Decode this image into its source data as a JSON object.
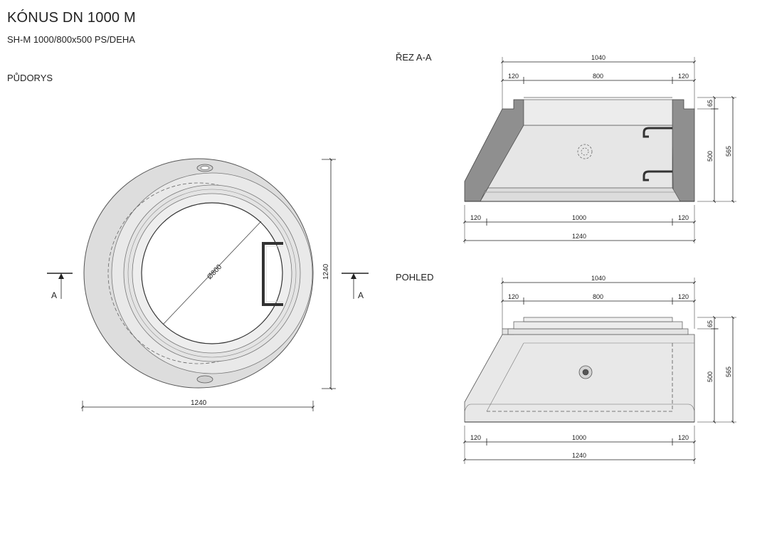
{
  "header": {
    "title": "KÓNUS DN 1000 M",
    "subtitle": "SH-M 1000/800x500 PS/DEHA"
  },
  "views": {
    "plan_label": "PŮDORYS",
    "section_label": "ŘEZ A-A",
    "elevation_label": "POHLED"
  },
  "plan": {
    "inner_diameter": "Ø800",
    "height_dim": "1240",
    "width_dim": "1240",
    "section_mark_left": "A",
    "section_mark_right": "A"
  },
  "section": {
    "top_total": "1040",
    "top_left": "120",
    "top_mid": "800",
    "top_right": "120",
    "side_top": "65",
    "side_body": "500",
    "side_total": "565",
    "bottom_left": "120",
    "bottom_mid": "1000",
    "bottom_right": "120",
    "bottom_total": "1240"
  },
  "elevation": {
    "top_total": "1040",
    "top_left": "120",
    "top_mid": "800",
    "top_right": "120",
    "side_top": "65",
    "side_body": "500",
    "side_total": "565",
    "bottom_left": "120",
    "bottom_mid": "1000",
    "bottom_right": "120",
    "bottom_total": "1240"
  }
}
